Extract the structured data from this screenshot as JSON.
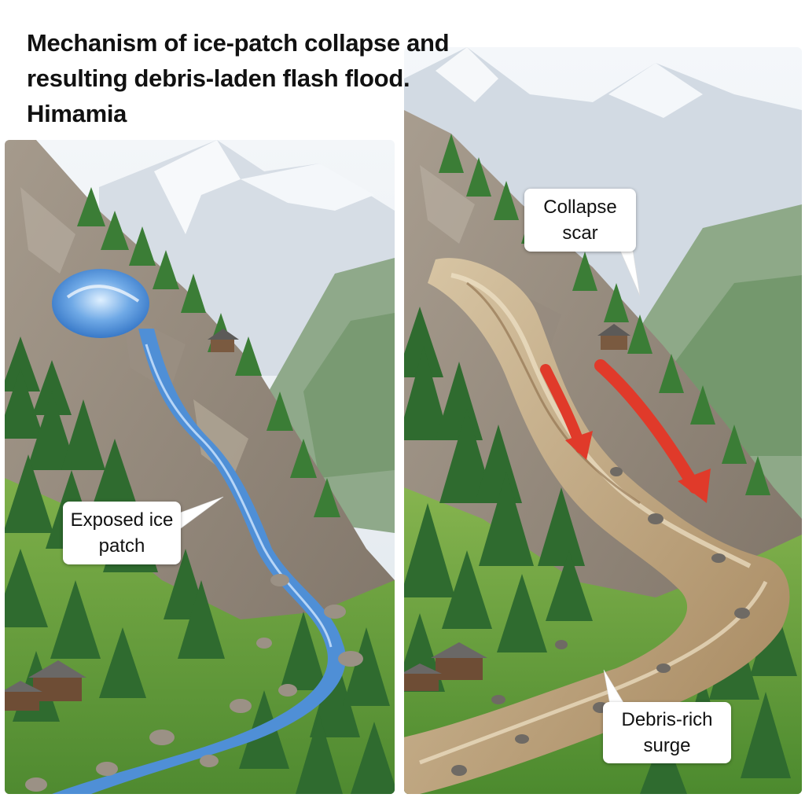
{
  "title": "Mechanism of ice-patch collapse and resulting debris-laden flash flood. Himamia",
  "callouts": {
    "exposed_ice_patch": "Exposed ice patch",
    "collapse_scar": "Collapse scar",
    "debris_rich_surge": "Debris-rich surge"
  },
  "colors": {
    "ice_water": "#4f8fd6",
    "debris_flow": "#b89a72",
    "arrow": "#e03a2a",
    "forest": "#2f6b2f",
    "rock": "#8b7f72",
    "snow": "#e9edf2"
  }
}
